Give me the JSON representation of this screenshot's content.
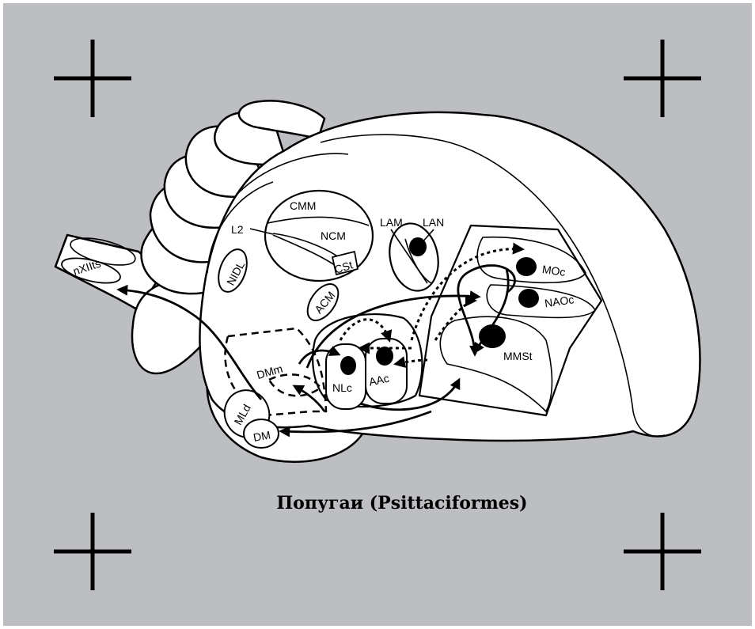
{
  "title": "Попугаи (Psittaciformes)",
  "labels": {
    "cmm": "CMM",
    "l2": "L2",
    "ncm": "NCM",
    "csi": "CSt",
    "nidl": "NIDL",
    "acm": "ACM",
    "lam": "LAM",
    "lan": "LAN",
    "moc": "MOc",
    "naoc": "NAOc",
    "mmst": "MMSt",
    "aac": "AAc",
    "nlc": "NLc",
    "dmm": "DMm",
    "mld": "MLd",
    "dm": "DM",
    "nxiits": "nXIIts"
  },
  "colors": {
    "background": "#bdbec1",
    "ink": "#000000",
    "fill": "#ffffff"
  }
}
